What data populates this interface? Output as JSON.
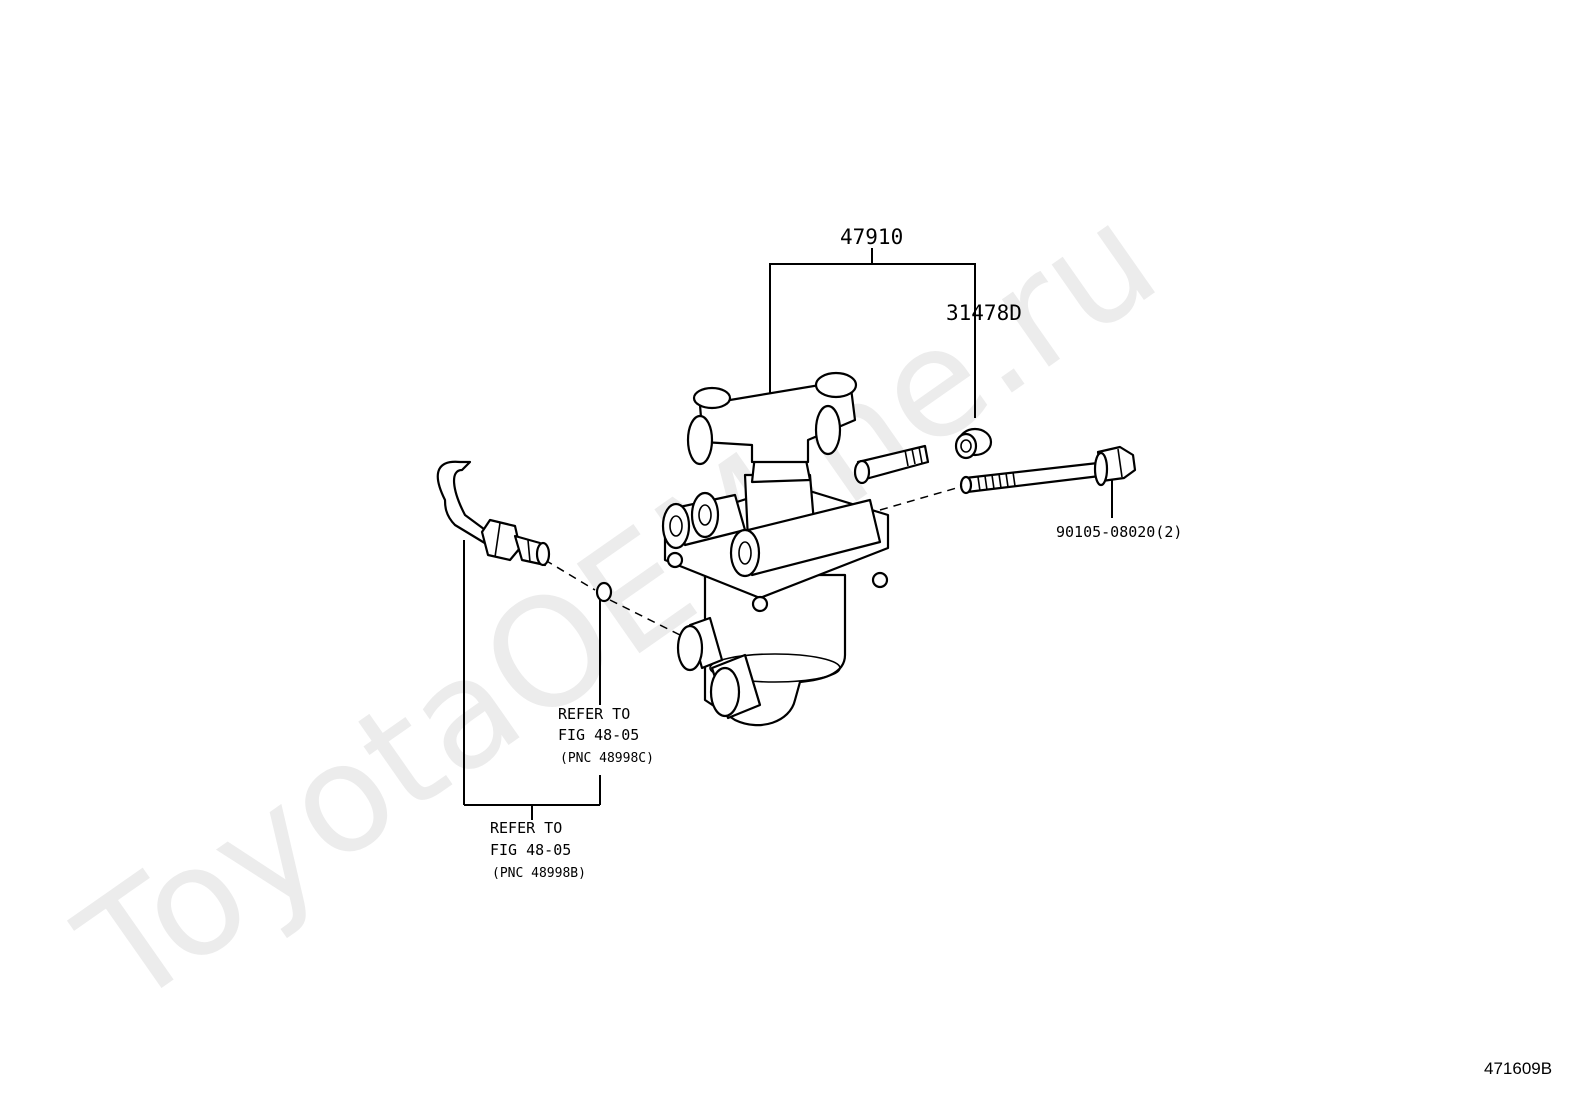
{
  "watermark": "ToyotaOEMine.ru",
  "callouts": {
    "valve_assy": "47910",
    "sub_part": "31478D",
    "bolt": "90105-08020(2)"
  },
  "refer_upper": {
    "line1": "REFER TO",
    "line2": "FIG 48-05",
    "line3": "(PNC 48998C)"
  },
  "refer_lower": {
    "line1": "REFER TO",
    "line2": "FIG 48-05",
    "line3": "(PNC 48998B)"
  },
  "illustration_code": "471609B"
}
